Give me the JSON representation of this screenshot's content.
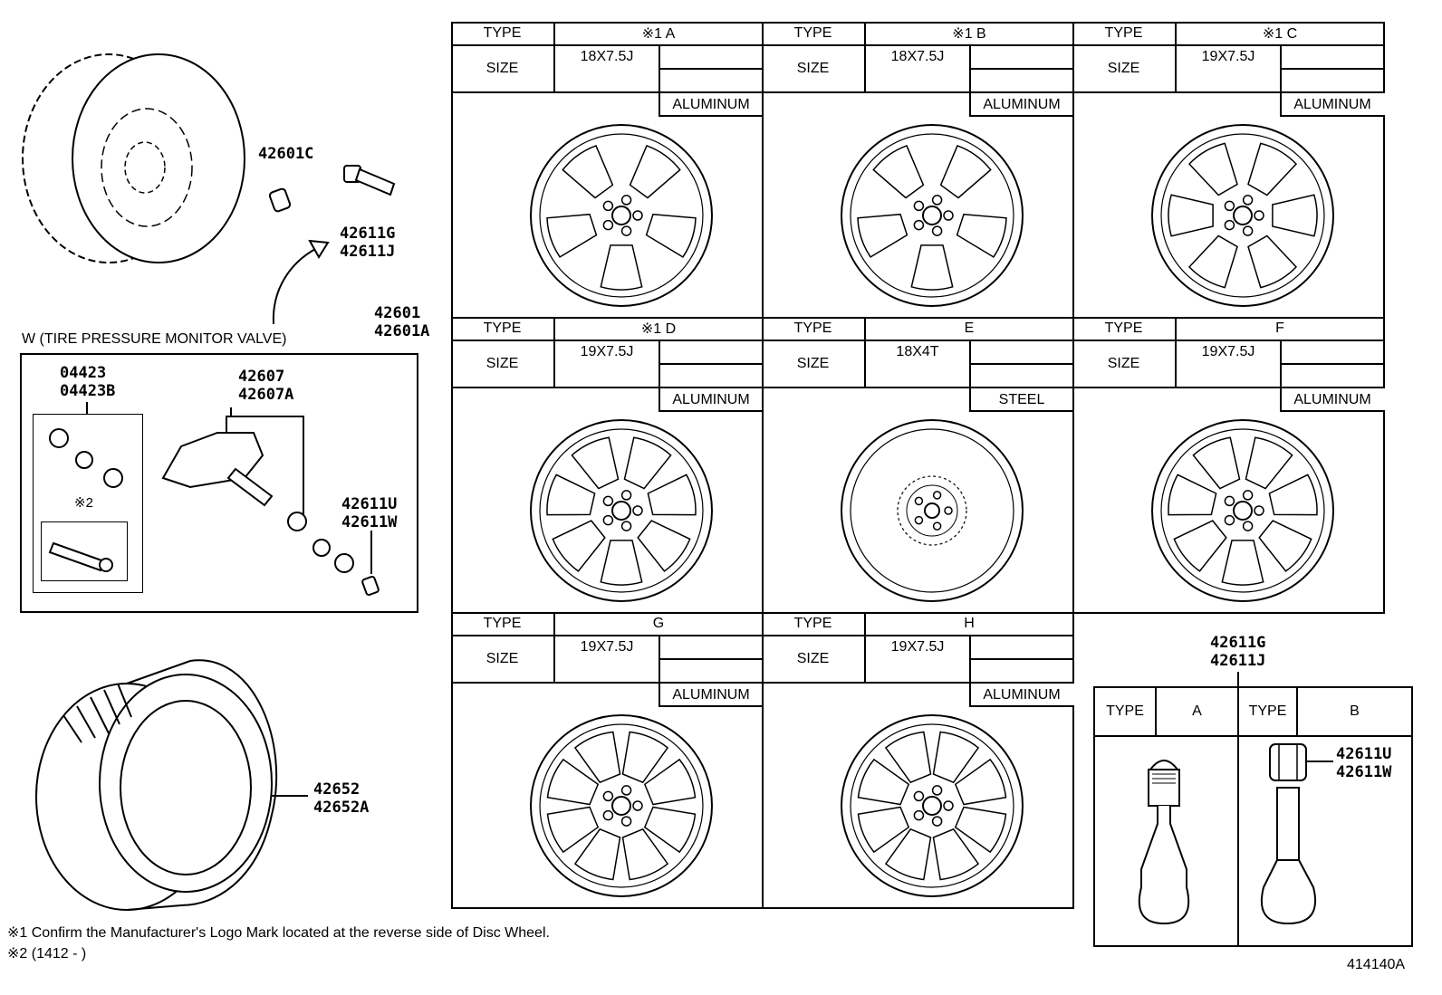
{
  "labels": {
    "type": "TYPE",
    "size": "SIZE"
  },
  "parts": {
    "p42601C": "42601C",
    "p42611G": "42611G",
    "p42611J": "42611J",
    "p42601": "42601",
    "p42601A": "42601A",
    "tpms_title": "W (TIRE PRESSURE MONITOR VALVE)",
    "p04423": "04423",
    "p04423B": "04423B",
    "note2_mark": "※2",
    "p42607": "42607",
    "p42607A": "42607A",
    "p42611U": "42611U",
    "p42611W": "42611W",
    "p42652": "42652",
    "p42652A": "42652A"
  },
  "wheels": [
    {
      "type": "※1 A",
      "size": "18X7.5J",
      "material": "ALUMINUM",
      "spokes": 5
    },
    {
      "type": "※1 B",
      "size": "18X7.5J",
      "material": "ALUMINUM",
      "spokes": 5
    },
    {
      "type": "※1 C",
      "size": "19X7.5J",
      "material": "ALUMINUM",
      "spokes": 6
    },
    {
      "type": "※1 D",
      "size": "19X7.5J",
      "material": "ALUMINUM",
      "spokes": 7
    },
    {
      "type": "E",
      "size": "18X4T",
      "material": "STEEL",
      "spokes": 0
    },
    {
      "type": "F",
      "size": "19X7.5J",
      "material": "ALUMINUM",
      "spokes": 7
    },
    {
      "type": "G",
      "size": "19X7.5J",
      "material": "ALUMINUM",
      "spokes": 8
    },
    {
      "type": "H",
      "size": "19X7.5J",
      "material": "ALUMINUM",
      "spokes": 8
    }
  ],
  "valve_table": {
    "part1": "42611G",
    "part2": "42611J",
    "type_a": "A",
    "type_b": "B",
    "cap1": "42611U",
    "cap2": "42611W"
  },
  "notes": {
    "note1": "※1 Confirm the Manufacturer's Logo Mark located at the reverse side of Disc Wheel.",
    "note2": "※2 (1412 -      )"
  },
  "figure_id": "414140A"
}
